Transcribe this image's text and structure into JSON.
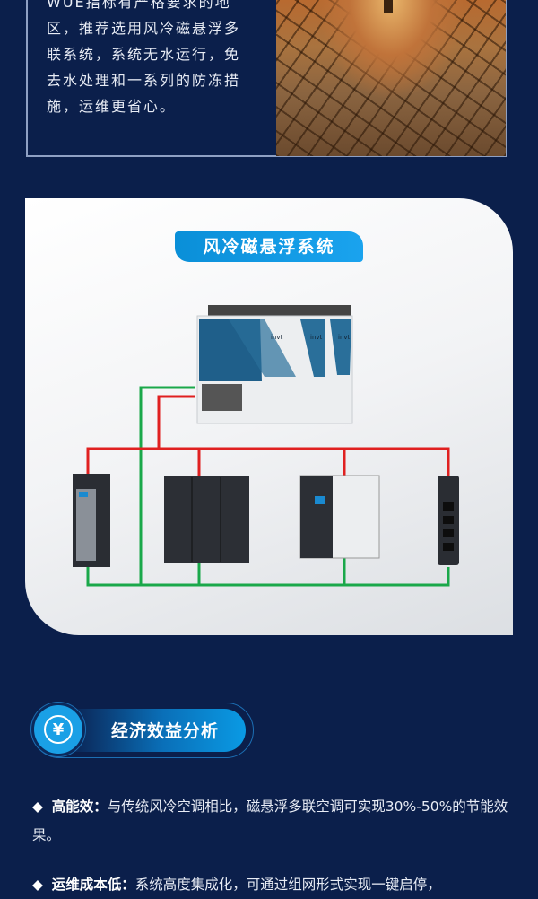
{
  "intro": {
    "text": "WUE指标有严格要求的地区，推荐选用风冷磁悬浮多联系统，系统无水运行，免去水处理和一系列的防冻措施，运维更省心。"
  },
  "diagram": {
    "title": "风冷磁悬浮系统",
    "brand": "invt",
    "colors": {
      "supply": "#e02020",
      "return": "#1aa84a",
      "accent": "#0a9ae4"
    }
  },
  "section": {
    "title": "经济效益分析",
    "icon": "yen-icon",
    "icon_glyph": "¥"
  },
  "points": [
    {
      "bullet": "◆",
      "label": "高能效：",
      "text": "与传统风冷空调相比，磁悬浮多联空调可实现30%-50%的节能效果。"
    },
    {
      "bullet": "◆",
      "label": "运维成本低：",
      "text": "系统高度集成化，可通过组网形式实现一键启停，"
    }
  ]
}
